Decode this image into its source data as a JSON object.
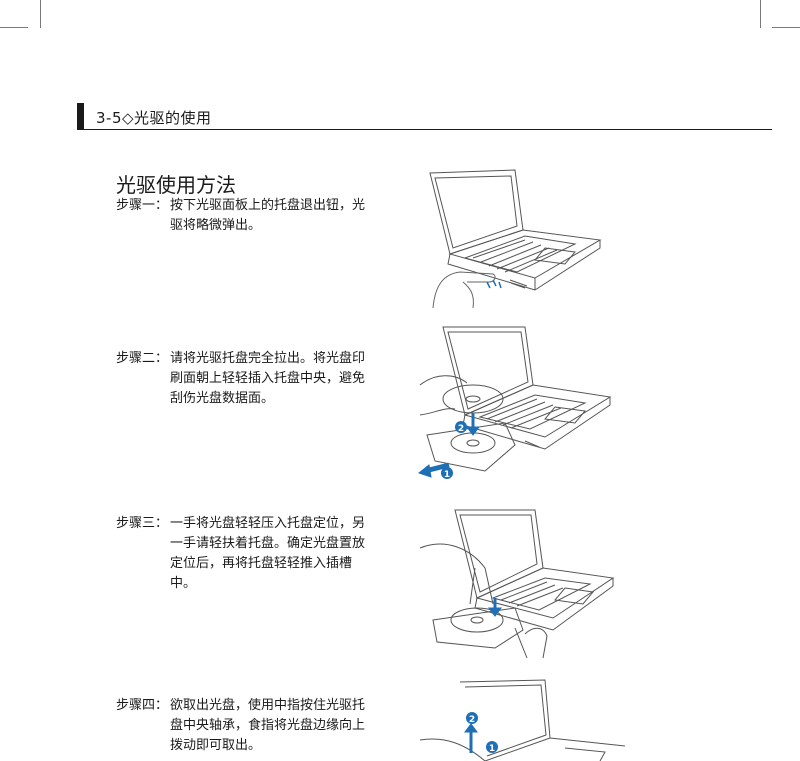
{
  "header": {
    "title": "3-5◇光驱的使用"
  },
  "section": {
    "title": "光驱使用方法"
  },
  "steps": [
    {
      "label": "步骤一：",
      "text": "按下光驱面板上的托盘退出钮，光驱将略微弹出。"
    },
    {
      "label": "步骤二：",
      "text": "请将光驱托盘完全拉出。将光盘印刷面朝上轻轻插入托盘中央，避免刮伤光盘数据面。"
    },
    {
      "label": "步骤三：",
      "text": "一手将光盘轻轻压入托盘定位，另一手请轻扶着托盘。确定光盘置放定位后，再将托盘轻轻推入插槽中。"
    },
    {
      "label": "步骤四：",
      "text": "欲取出光盘，使用中指按住光驱托盘中央轴承，食指将光盘边缘向上拨动即可取出。"
    }
  ],
  "callouts": {
    "step2": [
      "2",
      "1"
    ],
    "step4": [
      "2",
      "1"
    ]
  },
  "colors": {
    "text": "#1a1a1a",
    "accent_blue": "#1e6fb5",
    "line": "#555555"
  }
}
